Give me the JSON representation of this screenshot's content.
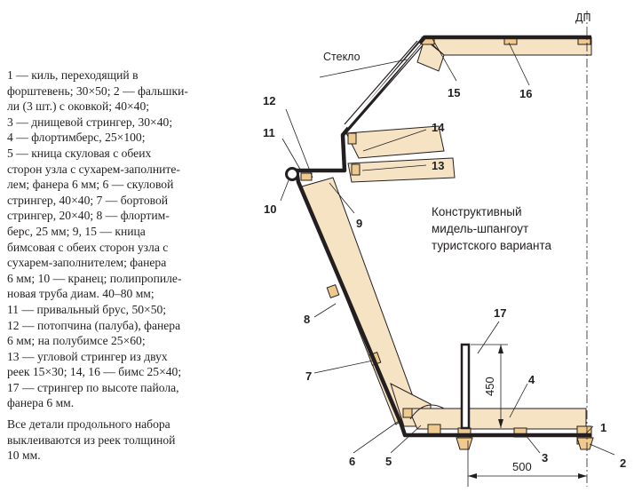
{
  "legend": {
    "lines": [
      "1 — киль, переходящий в",
      "форштевень; 30×50; 2 — фальшки-",
      "ли (3 шт.) с оковкой; 40×40;",
      "3 — днищевой стрингер, 30×40;",
      "4 — флортимберс, 25×100;",
      "5 — кница скуловая с обеих",
      "сторон узла с сухарем-заполните-",
      "лем; фанера 6 мм; 6 — скуловой",
      "стрингер, 40×40; 7 — бортовой",
      "стрингер, 20×40; 8 — флортим-",
      "берс, 25 мм; 9, 15 — кница",
      "бимсовая с обеих сторон узла с",
      "сухарем-заполнителем; фанера",
      "6 мм; 10 — кранец; полипропиле-",
      "новая труба диам. 40–80 мм;",
      "11 — привальный брус, 50×50;",
      "12 — потопчина (палуба), фанера",
      "6 мм; на полубимсе 25×60;",
      "13 — угловой стрингер из двух",
      "реек 15×30; 14, 16 — бимс 25×40;",
      "17 — стрингер по высоте пайола,",
      "фанера 6 мм."
    ],
    "note_lines": [
      "Все детали продольного набора",
      "выклеиваются из реек толщиной",
      "10 мм."
    ]
  },
  "diagram": {
    "title_lines": [
      "Конструктивный",
      "мидель-шпангоут",
      "туристского варианта"
    ],
    "centerline_label": "ДП",
    "glass_label": "Стекло",
    "dimension_height": "450",
    "dimension_width": "500",
    "part_numbers": [
      "1",
      "2",
      "3",
      "4",
      "5",
      "6",
      "7",
      "8",
      "9",
      "10",
      "11",
      "12",
      "13",
      "14",
      "15",
      "16",
      "17"
    ],
    "colors": {
      "wood_fill": "#f6e3c4",
      "block_fill": "#f0c98d",
      "outline": "#231f20"
    }
  }
}
